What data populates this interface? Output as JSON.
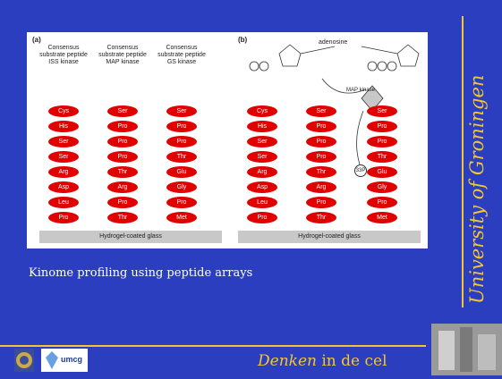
{
  "panel_a": {
    "label": "(a)",
    "columns": [
      {
        "heading": "Consensus substrate peptide ISS kinase",
        "residues": [
          "Cys",
          "His",
          "Ser",
          "Ser",
          "Arg",
          "Asp",
          "Leu",
          "Pro"
        ]
      },
      {
        "heading": "Consensus substrate peptide MAP kinase",
        "residues": [
          "Ser",
          "Pro",
          "Pro",
          "Pro",
          "Thr",
          "Arg",
          "Pro",
          "Thr"
        ]
      },
      {
        "heading": "Consensus substrate peptide GS kinase",
        "residues": [
          "Ser",
          "Pro",
          "Pro",
          "Thr",
          "Glu",
          "Gly",
          "Pro",
          "Met"
        ]
      }
    ],
    "base_label": "Hydrogel-coated glass"
  },
  "panel_b": {
    "label": "(b)",
    "adenosine_label": "adenosine",
    "kinase_label": "MAP kinase",
    "phosphate_label": "33P",
    "columns": [
      {
        "residues": [
          "Cys",
          "His",
          "Ser",
          "Ser",
          "Arg",
          "Asp",
          "Leu",
          "Pro"
        ]
      },
      {
        "residues": [
          "Ser",
          "Pro",
          "Pro",
          "Pro",
          "Thr",
          "Arg",
          "Pro",
          "Thr"
        ]
      },
      {
        "residues": [
          "Ser",
          "Pro",
          "Pro",
          "Thr",
          "Glu",
          "Gly",
          "Pro",
          "Met"
        ]
      }
    ],
    "base_label": "Hydrogel-coated glass"
  },
  "caption": "Kinome profiling using peptide arrays",
  "side_title": "University of Groningen",
  "footer": {
    "italic": "Denken",
    "rest": " in de cel",
    "logo_text": "umcg"
  },
  "colors": {
    "background": "#2b3ec0",
    "accent": "#f2c531",
    "pill": "#e00000"
  }
}
